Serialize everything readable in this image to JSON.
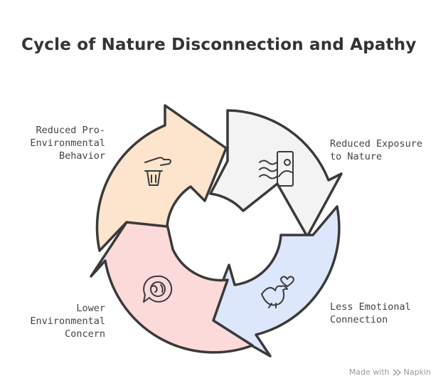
{
  "title": "Cycle of Nature Disconnection and Apathy",
  "stages": [
    {
      "label": "Reduced Exposure\nto Nature",
      "icon": "landscape-icon",
      "color": "#f3f3f3"
    },
    {
      "label": "Less Emotional\nConnection",
      "icon": "bird-heart-icon",
      "color": "#dde7fb"
    },
    {
      "label": "Lower\nEnvironmental\nConcern",
      "icon": "globe-speech-icon",
      "color": "#fcdada"
    },
    {
      "label": "Reduced Pro-\nEnvironmental\nBehavior",
      "icon": "hand-trash-icon",
      "color": "#fde4cd"
    }
  ],
  "footer": {
    "made_with": "Made with",
    "brand": "Napkin"
  }
}
